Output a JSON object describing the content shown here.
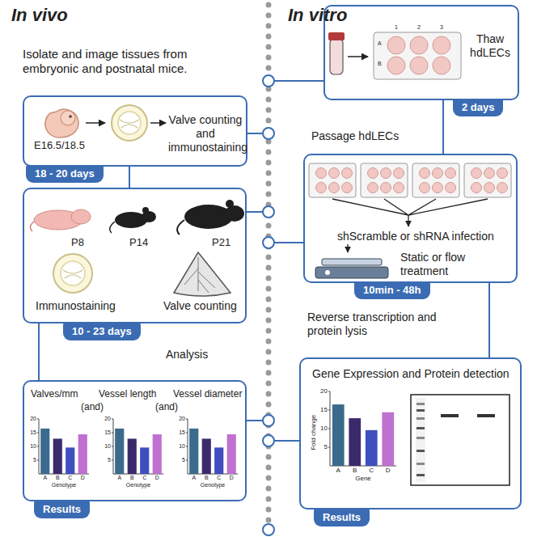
{
  "diagram": {
    "nodes": [
      {
        "text": [
          "E16.5/18.5",
          "Valve counting and immunostaining"
        ]
      },
      {
        "text": [
          "18 - 20 days"
        ]
      },
      {
        "text": [
          "P8",
          "P14",
          "P21",
          "Immunostaining",
          "Valve counting"
        ]
      },
      {
        "text": [
          "10 - 23 days"
        ]
      },
      {
        "text": [
          "Valves/mm",
          "(and)",
          "Vessel length",
          "(and)",
          "Vessel diameter"
        ]
      },
      {
        "text": [
          "Results"
        ]
      },
      {
        "text": [
          "Thaw hdLECs"
        ]
      },
      {
        "text": [
          "2 days"
        ]
      },
      {
        "text": [
          "shScramble or shRNA infection",
          "Static or flow treatment"
        ]
      },
      {
        "text": [
          "10min - 48h"
        ]
      },
      {
        "text": [
          "Gene Expression and Protein detection"
        ]
      },
      {
        "text": [
          "Results"
        ]
      }
    ],
    "edges": [
      {
        "from": 0,
        "to": 2,
        "arrow": "none"
      },
      {
        "from": 2,
        "to": 4,
        "arrow": "none"
      },
      {
        "from": 6,
        "to": 8,
        "arrow": "none"
      },
      {
        "from": 8,
        "to": 10,
        "arrow": "none"
      }
    ],
    "labels": [
      "In vivo",
      "In vitro",
      "Isolate and image tissues from embryonic and postnatal mice.",
      "Analysis",
      "Passage hdLECs",
      "Reverse transcription and protein lysis",
      "1",
      "2",
      "3",
      "A",
      "B",
      "20",
      "15",
      "10",
      "5",
      "A",
      "B",
      "C",
      "D",
      "Genotype",
      "20",
      "15",
      "10",
      "5",
      "A",
      "B",
      "C",
      "D",
      "Genotype",
      "20",
      "15",
      "10",
      "5",
      "A",
      "B",
      "C",
      "D",
      "Genotype",
      "20",
      "15",
      "10",
      "5",
      "A",
      "B",
      "C",
      "D",
      "Gene",
      "Fold change"
    ]
  }
}
